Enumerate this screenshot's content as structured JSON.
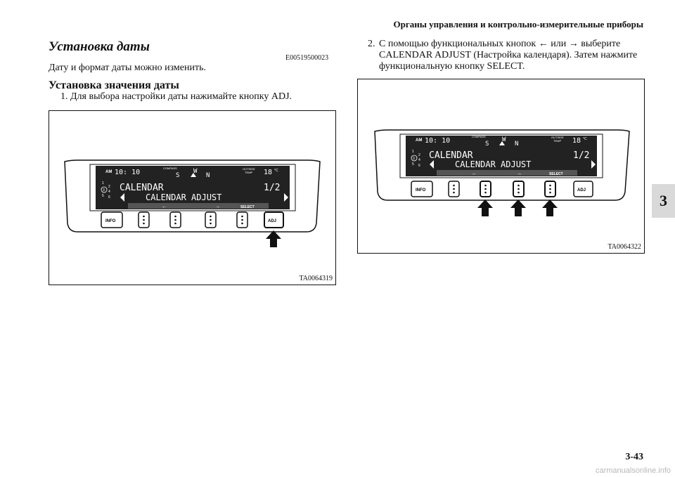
{
  "header": {
    "title": "Органы управления и контрольно-измерительные приборы"
  },
  "section": {
    "title": "Установка даты",
    "code": "E00519500023",
    "intro": "Дату и формат даты можно изменить."
  },
  "subsection": {
    "title": "Установка значения даты"
  },
  "steps": [
    {
      "num": "1.",
      "text": "Для выбора настройки даты нажимайте кнопку ADJ."
    },
    {
      "num": "2.",
      "text": "С помощью функциональных кнопок ← или → выберите CALENDAR ADJUST (Настройка календаря). Затем нажмите функциональную кнопку SELECT."
    }
  ],
  "display": {
    "am": "AM",
    "time": "10: 10",
    "compass": "COMPASS",
    "compass_s": "S",
    "compass_w": "W",
    "compass_n": "N",
    "outside_temp_line1": "OUTSIDE",
    "outside_temp_line2": "TEMP",
    "temp": "18",
    "temp_unit": "°C",
    "line1": "CALENDAR",
    "page": "1/2",
    "line2": "CALENDAR ADJUST",
    "left_arrow": "←",
    "right_arrow": "→",
    "select": "SELECT",
    "disc_numbers": [
      "1",
      "2",
      "3",
      "4",
      "5",
      "6"
    ],
    "btn_info": "INFO",
    "btn_adj": "ADJ"
  },
  "figures": [
    {
      "code": "TA0064319"
    },
    {
      "code": "TA0064322"
    }
  ],
  "page": {
    "number": "3-43",
    "chapter": "3"
  },
  "watermark": "carmanualsonline.info"
}
